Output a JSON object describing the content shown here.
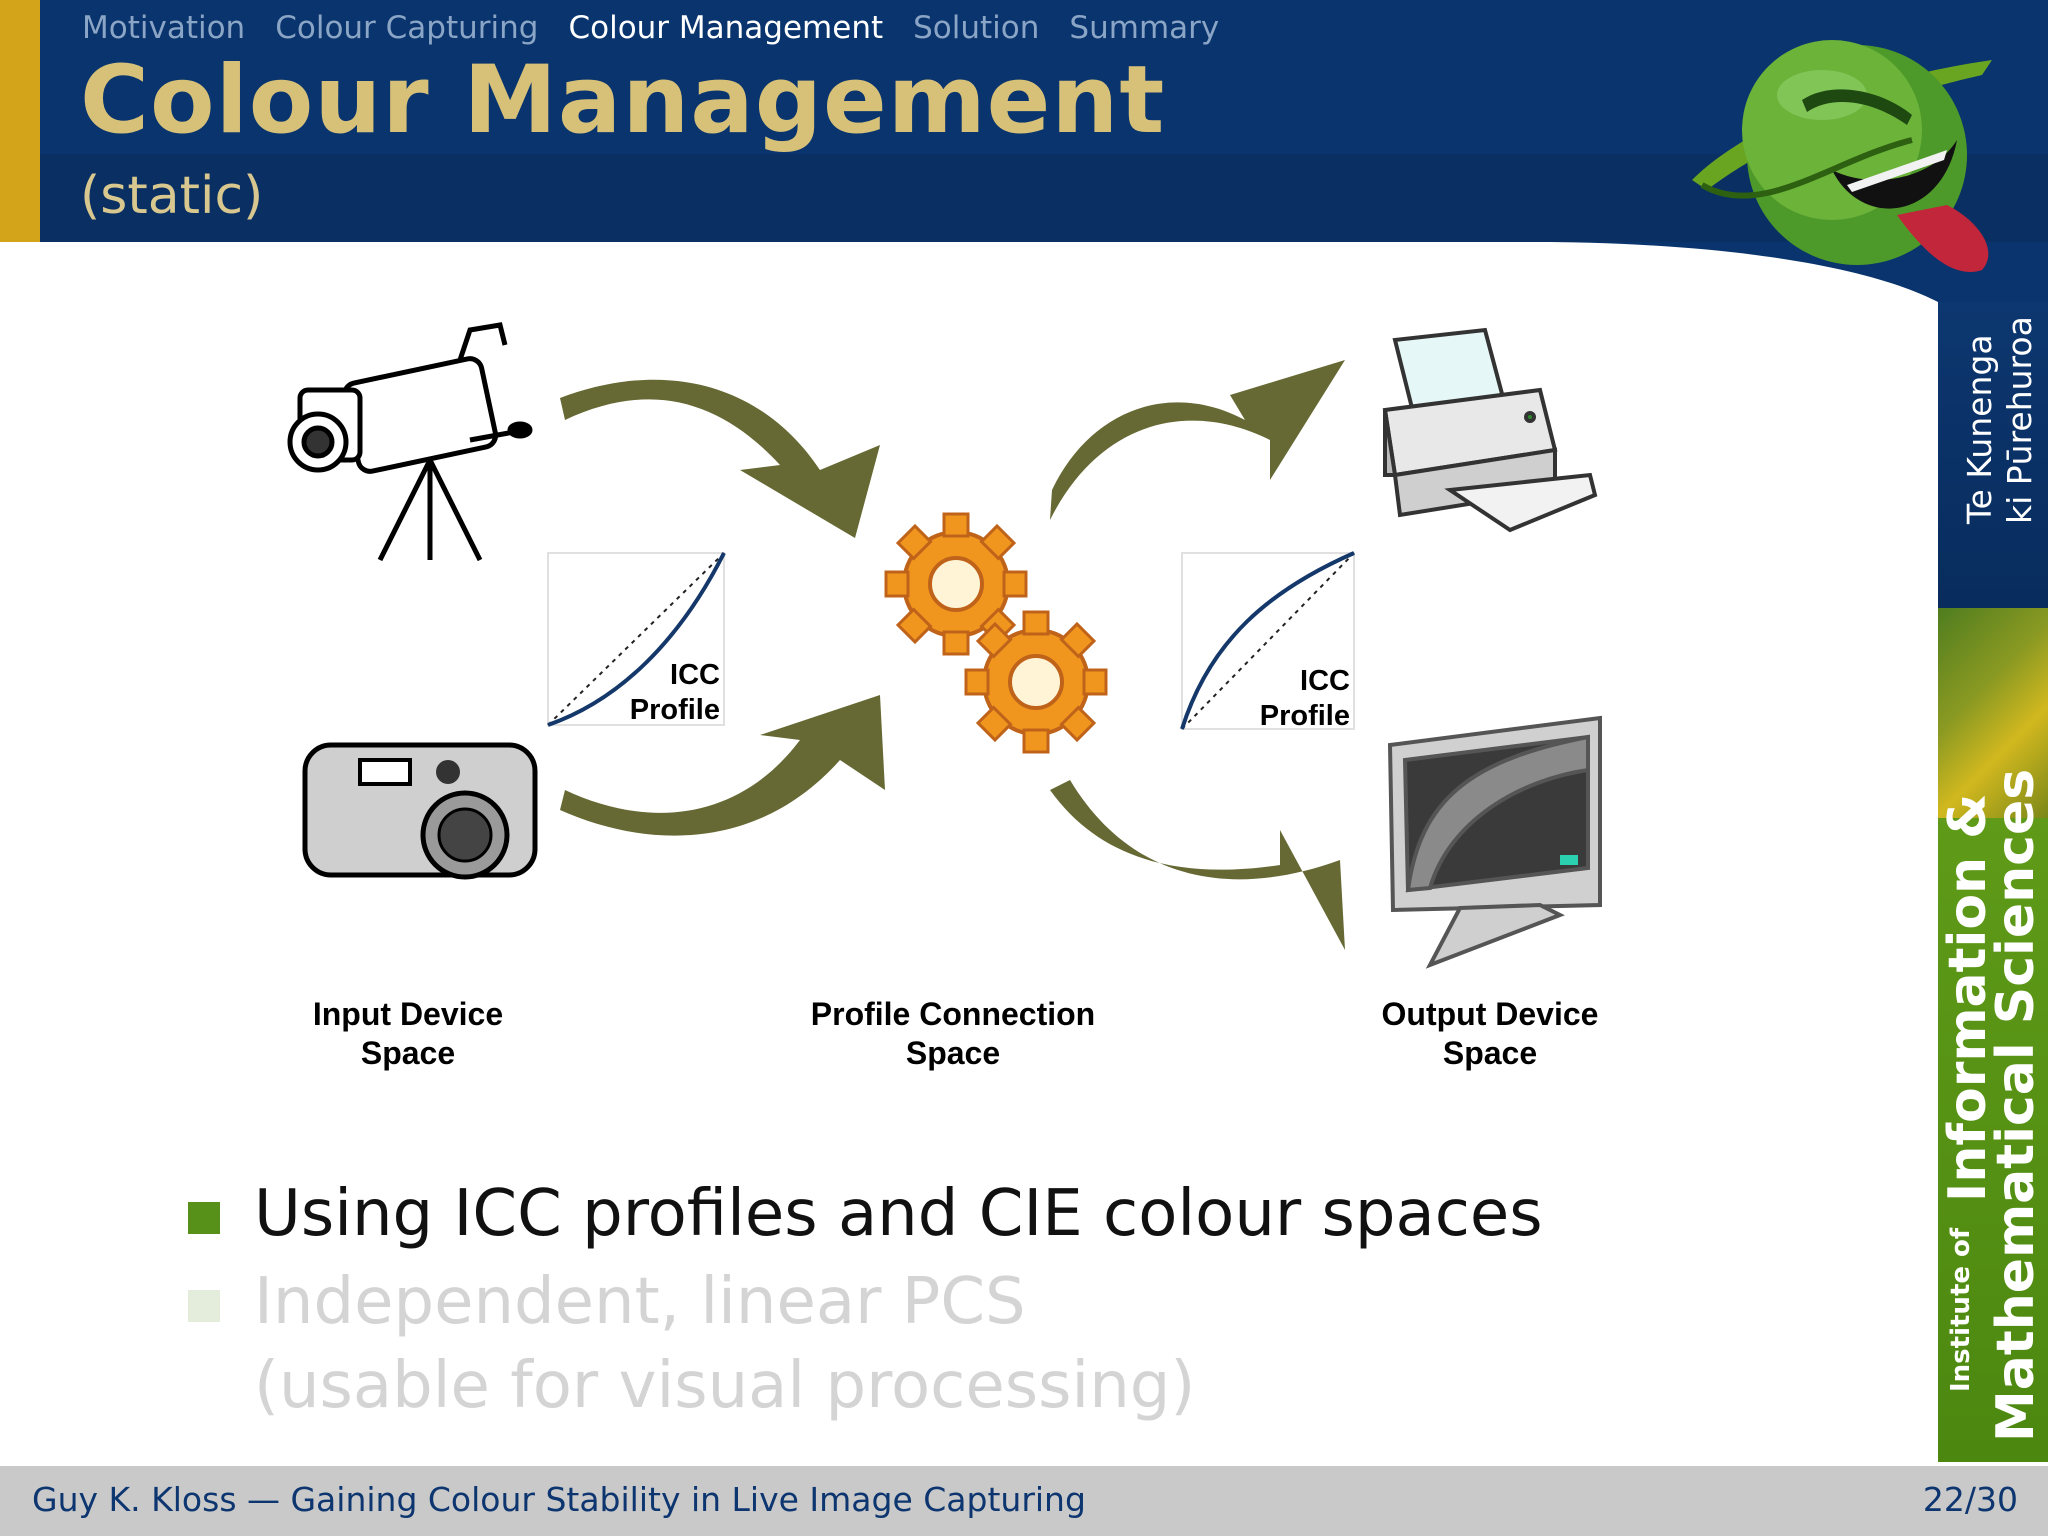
{
  "header": {
    "nav": [
      {
        "label": "Motivation",
        "active": false
      },
      {
        "label": "Colour Capturing",
        "active": false
      },
      {
        "label": "Colour Management",
        "active": true
      },
      {
        "label": "Solution",
        "active": false
      },
      {
        "label": "Summary",
        "active": false
      }
    ],
    "title": "Colour Management",
    "subtitle": "(static)"
  },
  "sidebar": {
    "maori_line1": "Te Kunenga",
    "maori_line2": "ki Pūrehuroa",
    "institute_of": "Institute of",
    "info_line": "Information &",
    "math_line": "Mathematical Sciences"
  },
  "diagram": {
    "input_label_1": "Input Device",
    "input_label_2": "Space",
    "pcs_label_1": "Profile Connection",
    "pcs_label_2": "Space",
    "output_label_1": "Output Device",
    "output_label_2": "Space",
    "icc_in_1": "ICC",
    "icc_in_2": "Profile",
    "icc_out_1": "ICC",
    "icc_out_2": "Profile",
    "arrow_color": "#666933",
    "gear_color": "#f0961f"
  },
  "bullets": [
    {
      "text": "Using ICC profiles and CIE colour spaces",
      "active": true
    },
    {
      "line1": "Independent, linear PCS",
      "line2": "(usable for visual processing)",
      "active": false
    }
  ],
  "footer": {
    "author_title": "Guy K. Kloss — Gaining Colour Stability in Live Image Capturing",
    "page": "22/30"
  }
}
